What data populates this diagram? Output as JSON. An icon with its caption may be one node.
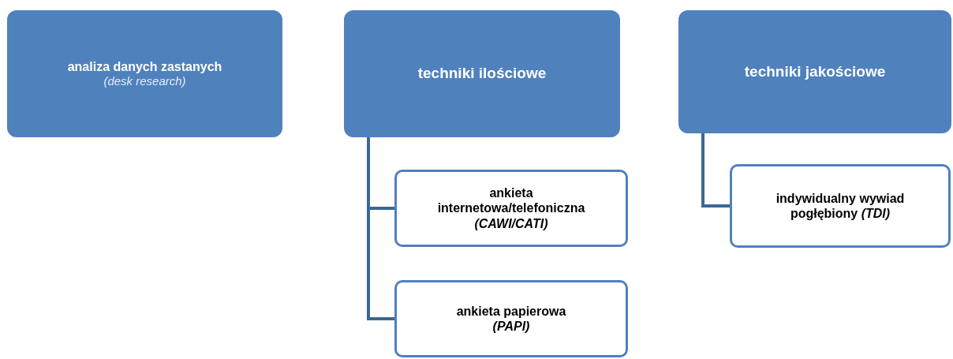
{
  "diagram": {
    "nodes": [
      {
        "text": [
          "analiza danych zastanych",
          "(desk research)"
        ]
      },
      {
        "text": [
          "techniki ilościowe"
        ]
      },
      {
        "text": [
          "ankieta internetowa/telefoniczna *(CAWI/CATI)*"
        ]
      },
      {
        "text": [
          "ankieta papierowa *(PAPI)*"
        ]
      },
      {
        "text": [
          "techniki jakościowe"
        ]
      },
      {
        "text": [
          "indywidualny wywiad pogłębiony *(TDI)*"
        ]
      }
    ],
    "edges": [
      {
        "from": 1,
        "to": 2,
        "arrow": "none"
      },
      {
        "from": 1,
        "to": 3,
        "arrow": "none"
      },
      {
        "from": 4,
        "to": 5,
        "arrow": "none"
      }
    ]
  }
}
